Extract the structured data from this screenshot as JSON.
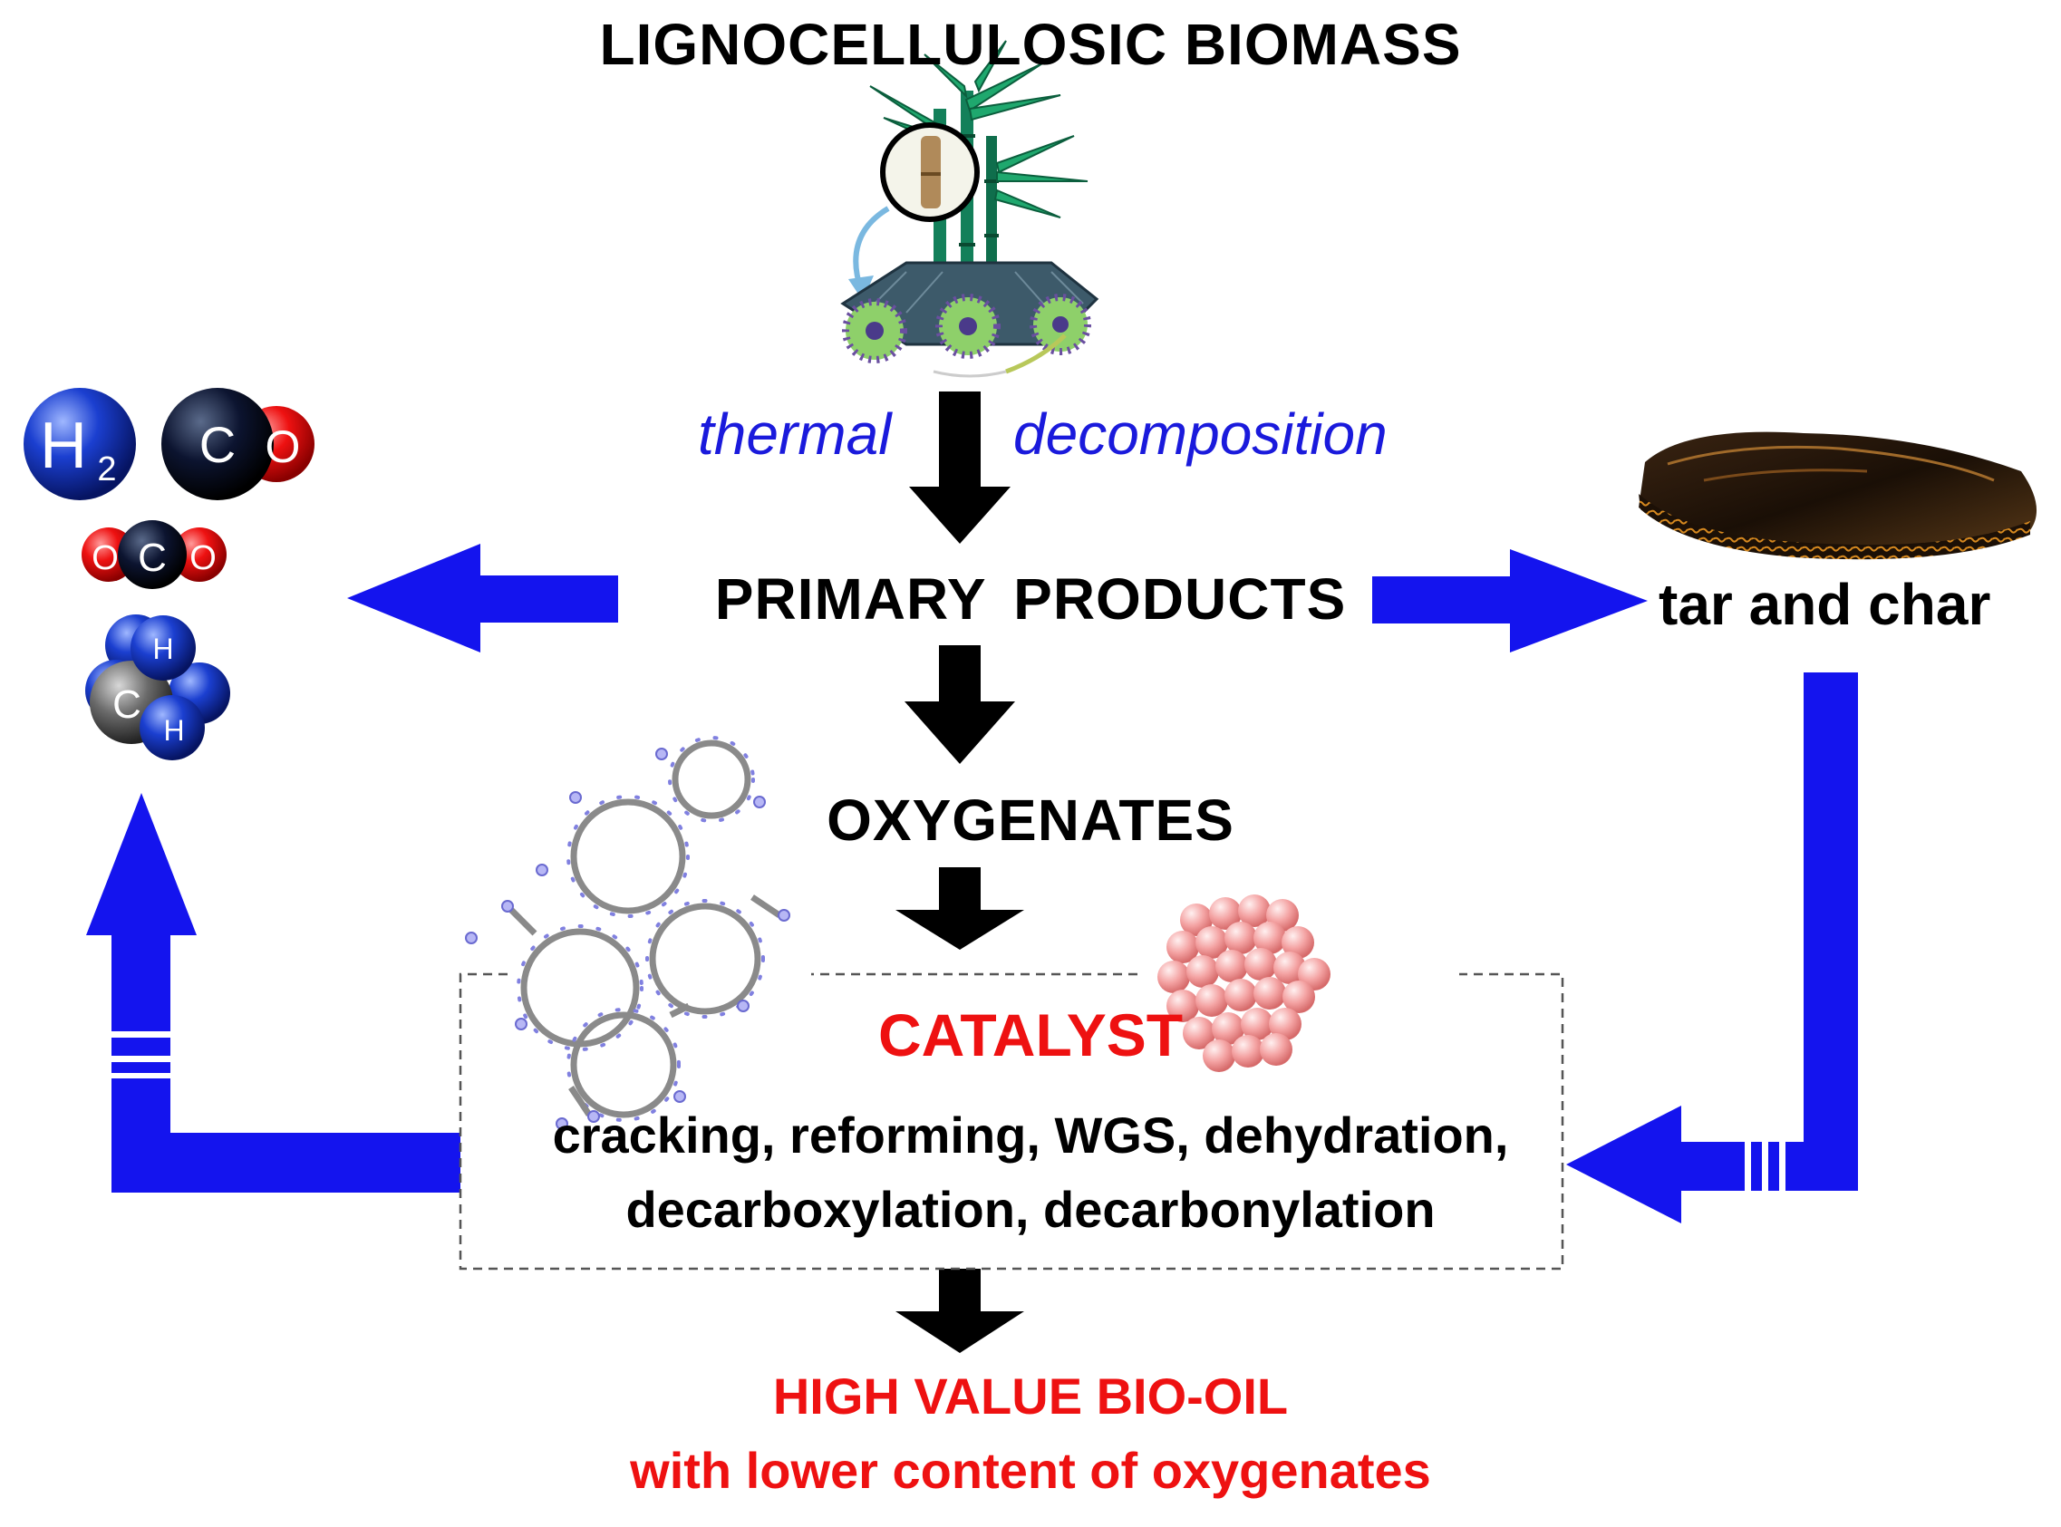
{
  "title": "LIGNOCELLULOSIC BIOMASS",
  "step_label": {
    "left": "thermal",
    "right": "decomposition"
  },
  "primary_products": "PRIMARY  PRODUCTS",
  "tar_char": "tar and char",
  "oxygenates": "OXYGENATES",
  "catalyst": {
    "title": "CATALYST",
    "processes_line1": "cracking, reforming, WGS, dehydration,",
    "processes_line2": "decarboxylation, decarbonylation"
  },
  "output": {
    "line1": "HIGH VALUE BIO-OIL",
    "line2": "with lower content of oxygenates"
  },
  "gases": {
    "h2": {
      "symbol": "H",
      "subscript": "2"
    },
    "co": [
      "C",
      "O"
    ],
    "co2": [
      "O",
      "C",
      "O"
    ],
    "ch4": [
      "C",
      "H",
      "H"
    ]
  },
  "colors": {
    "flow_arrow": "#1414ee",
    "main_arrow": "#000000",
    "highlight": "#ee1111",
    "label_blue": "#1a1adc"
  },
  "icons": [
    "bamboo-plant-icon",
    "char-slab-icon",
    "zeolite-framework-icon",
    "metal-nanoparticle-icon"
  ]
}
